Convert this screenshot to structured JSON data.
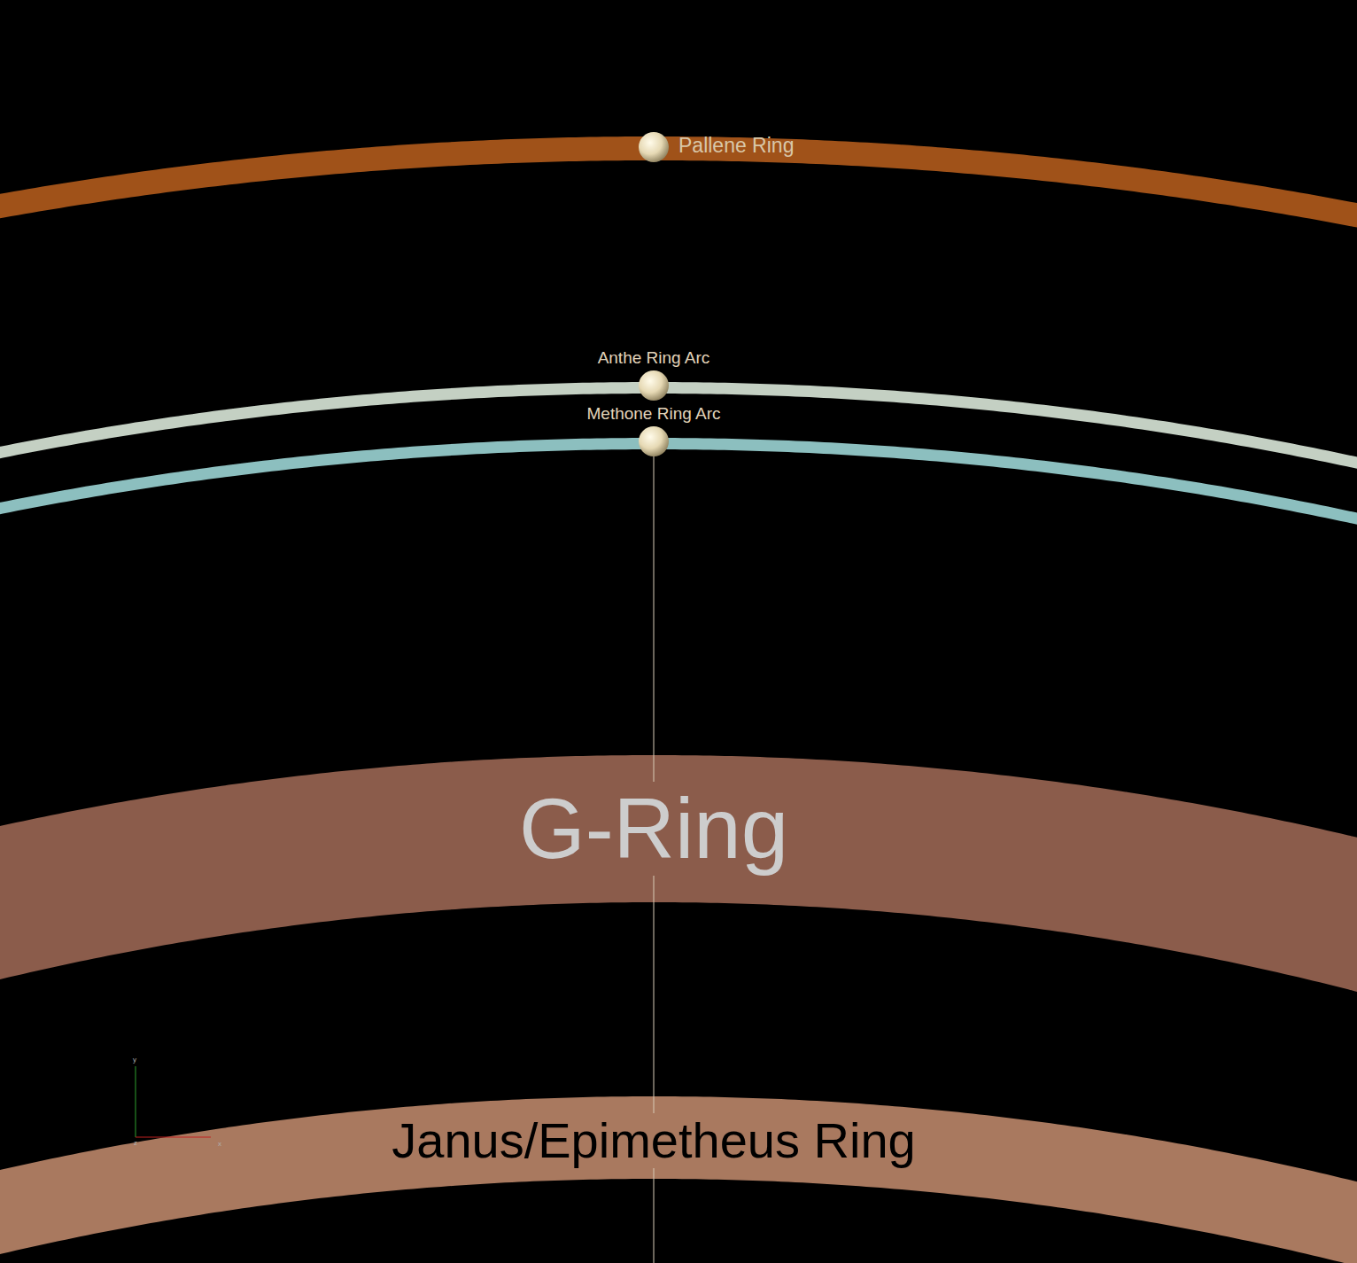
{
  "diagram": {
    "nodes": [
      {
        "text": [
          "Pallene Ring"
        ]
      },
      {
        "text": [
          "Anthe Ring Arc"
        ]
      },
      {
        "text": [
          "Methone Ring Arc"
        ]
      },
      {
        "text": [
          "G-Ring"
        ]
      },
      {
        "text": [
          "Janus/Epimetheus Ring"
        ]
      }
    ],
    "labels": [
      "y",
      "z",
      "x"
    ]
  }
}
